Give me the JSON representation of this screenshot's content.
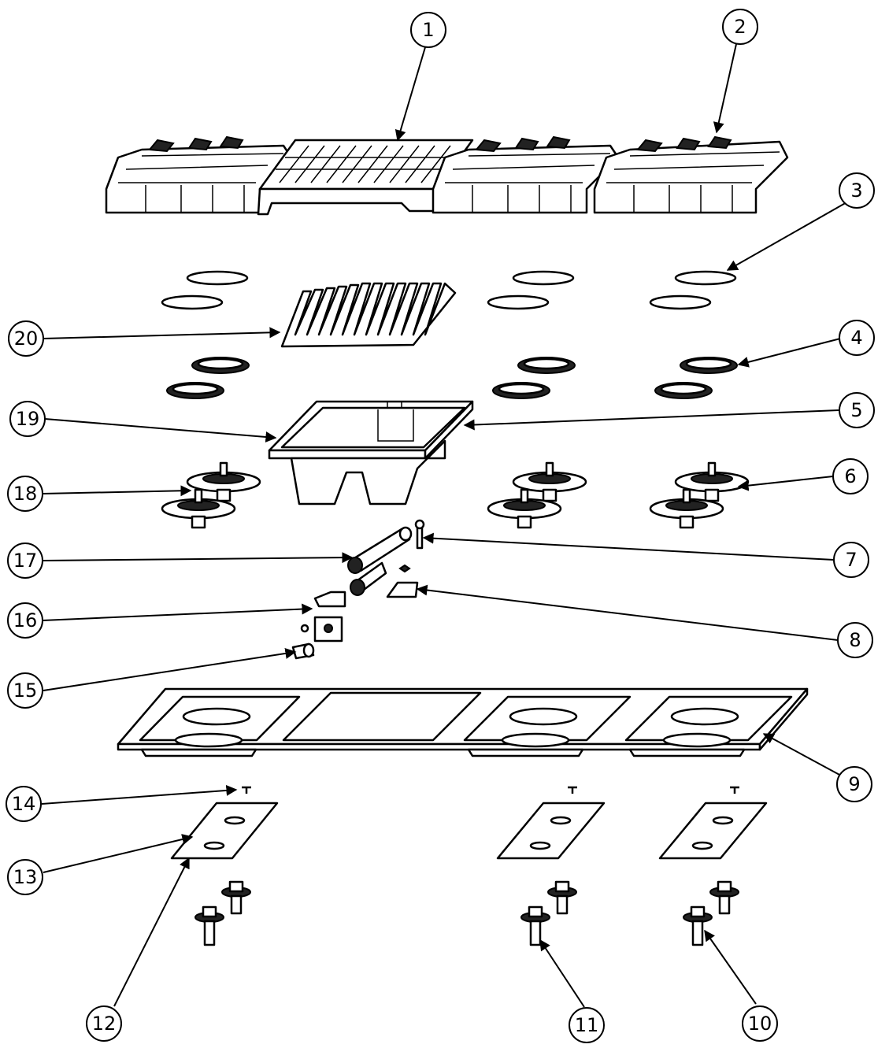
{
  "callouts": [
    {
      "num": "1",
      "label_name": "callout-1"
    },
    {
      "num": "2",
      "label_name": "callout-2"
    },
    {
      "num": "3",
      "label_name": "callout-3"
    },
    {
      "num": "4",
      "label_name": "callout-4"
    },
    {
      "num": "5",
      "label_name": "callout-5"
    },
    {
      "num": "6",
      "label_name": "callout-6"
    },
    {
      "num": "7",
      "label_name": "callout-7"
    },
    {
      "num": "8",
      "label_name": "callout-8"
    },
    {
      "num": "9",
      "label_name": "callout-9"
    },
    {
      "num": "10",
      "label_name": "callout-10"
    },
    {
      "num": "11",
      "label_name": "callout-11"
    },
    {
      "num": "12",
      "label_name": "callout-12"
    },
    {
      "num": "13",
      "label_name": "callout-13"
    },
    {
      "num": "14",
      "label_name": "callout-14"
    },
    {
      "num": "15",
      "label_name": "callout-15"
    },
    {
      "num": "16",
      "label_name": "callout-16"
    },
    {
      "num": "17",
      "label_name": "callout-17"
    },
    {
      "num": "18",
      "label_name": "callout-18"
    },
    {
      "num": "19",
      "label_name": "callout-19"
    },
    {
      "num": "20",
      "label_name": "callout-20"
    }
  ]
}
